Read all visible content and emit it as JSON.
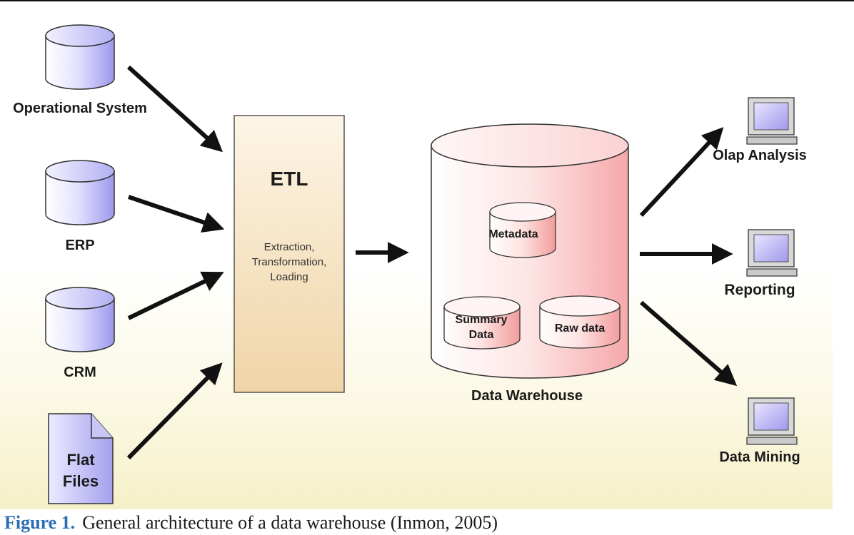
{
  "sources": {
    "operational": "Operational System",
    "erp": "ERP",
    "crm": "CRM",
    "flat_files_line1": "Flat",
    "flat_files_line2": "Files"
  },
  "etl": {
    "title": "ETL",
    "line1": "Extraction,",
    "line2": "Transformation,",
    "line3": "Loading"
  },
  "warehouse": {
    "label": "Data Warehouse",
    "metadata": "Metadata",
    "summary_line1": "Summary",
    "summary_line2": "Data",
    "raw": "Raw data"
  },
  "outputs": {
    "olap": "Olap Analysis",
    "reporting": "Reporting",
    "mining": "Data Mining"
  },
  "caption": {
    "figure": "Figure 1.",
    "text": "General architecture of a data warehouse (Inmon, 2005)"
  },
  "colors": {
    "source_fill": "#b9b6f2",
    "etl_fill": "#f3dcb4",
    "warehouse_fill": "#f7b9bb",
    "caption_figure": "#2a6fb5"
  }
}
